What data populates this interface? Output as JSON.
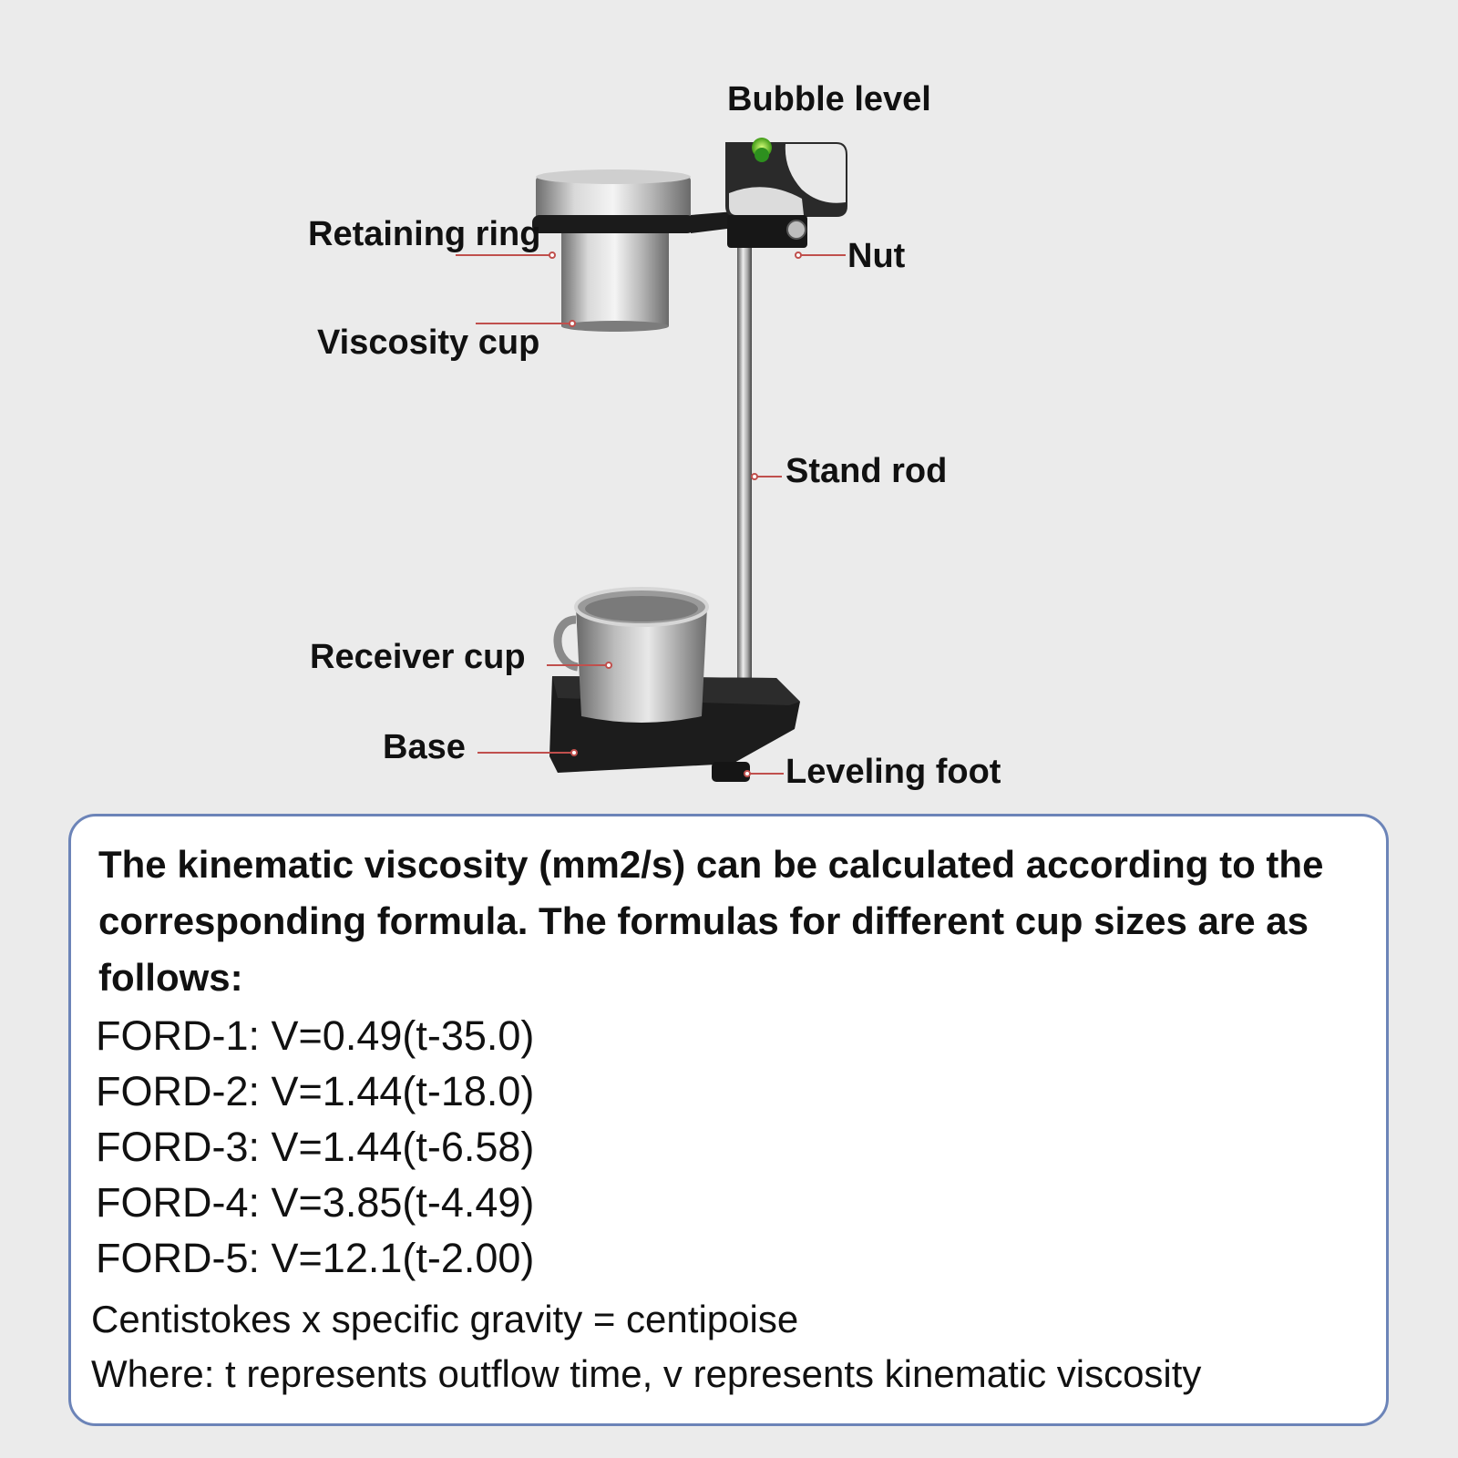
{
  "diagram": {
    "labels": {
      "bubble_level": "Bubble level",
      "retaining_ring": "Retaining ring",
      "nut": "Nut",
      "viscosity_cup": "Viscosity cup",
      "stand_rod": "Stand rod",
      "receiver_cup": "Receiver cup",
      "base": "Base",
      "leveling_foot": "Leveling foot"
    },
    "leader_color": "#c0504d"
  },
  "info": {
    "intro": "The kinematic viscosity (mm2/s) can be calculated according to the corresponding formula. The formulas for different cup sizes are as follows:",
    "formulas": [
      "FORD-1: V=0.49(t-35.0)",
      "FORD-2: V=1.44(t-18.0)",
      "FORD-3: V=1.44(t-6.58)",
      "FORD-4: V=3.85(t-4.49)",
      "FORD-5: V=12.1(t-2.00)"
    ],
    "conversion": "Centistokes x specific gravity = centipoise",
    "where": "Where: t represents outflow time, v represents kinematic viscosity"
  }
}
